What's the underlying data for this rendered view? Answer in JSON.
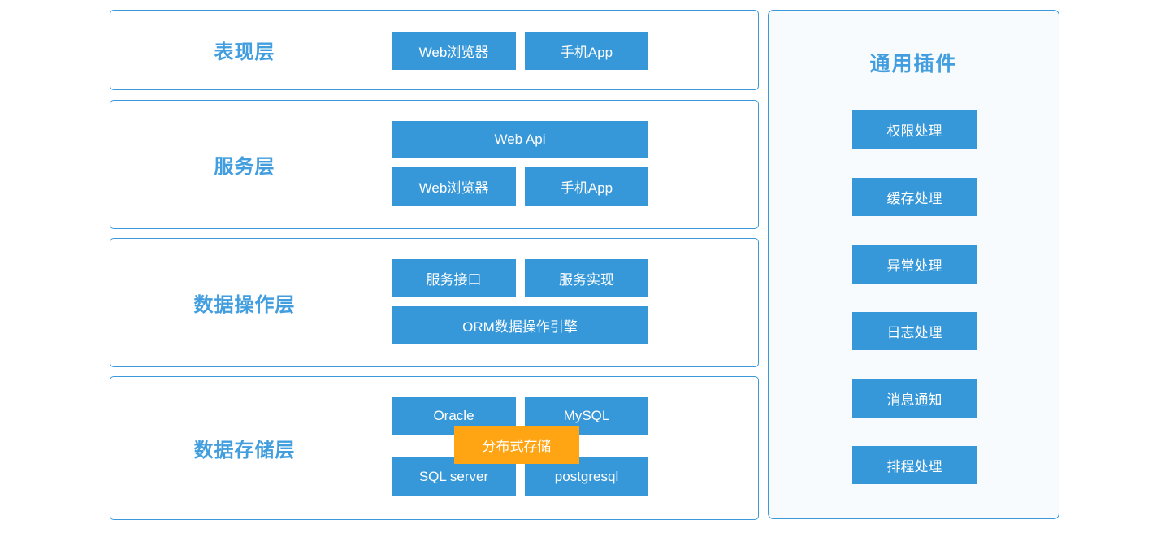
{
  "colors": {
    "button_blue": "#3798d9",
    "label_blue": "#429ede",
    "border_blue": "#3b99d9",
    "overlay_orange": "#ffa412",
    "panel_background": "#f7fbfe"
  },
  "layers": [
    {
      "label": "表现层",
      "buttons": [
        {
          "label": "Web浏览器"
        },
        {
          "label": "手机App"
        }
      ]
    },
    {
      "label": "服务层",
      "wide_button": "Web Api",
      "buttons": [
        {
          "label": "Web浏览器"
        },
        {
          "label": "手机App"
        }
      ]
    },
    {
      "label": "数据操作层",
      "buttons": [
        {
          "label": "服务接口"
        },
        {
          "label": "服务实现"
        }
      ],
      "wide_button": "ORM数据操作引擎"
    },
    {
      "label": "数据存储层",
      "buttons": [
        {
          "label": "Oracle"
        },
        {
          "label": "MySQL"
        },
        {
          "label": "SQL server"
        },
        {
          "label": "postgresql"
        }
      ],
      "overlay_button": "分布式存储"
    }
  ],
  "plugins_panel": {
    "title": "通用插件",
    "items": [
      "权限处理",
      "缓存处理",
      "异常处理",
      "日志处理",
      "消息通知",
      "排程处理"
    ]
  }
}
